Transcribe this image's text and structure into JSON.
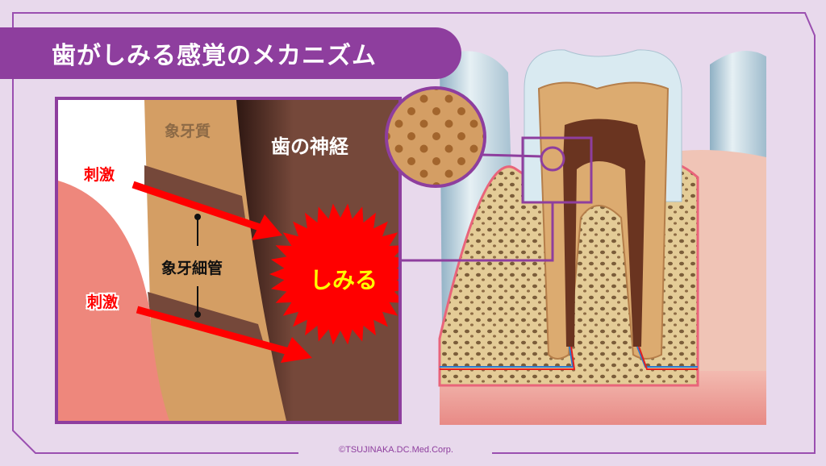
{
  "title": "歯がしみる感覚のメカニズム",
  "labels": {
    "dentin": "象牙質",
    "nerve": "歯の神経",
    "stimulus_upper": "刺激",
    "stimulus_lower": "刺激",
    "dentinal_tubule": "象牙細管",
    "sensitivity": "しみる"
  },
  "copyright": "©TSUJINAKA.DC.Med.Corp.",
  "colors": {
    "frame": "#8e3e9e",
    "dentin": "#d49e64",
    "pulp": "#75483a",
    "gum": "#ee877c",
    "arrow": "#ff0000",
    "burst": "#ff0000",
    "burst_text": "#ffff00"
  }
}
